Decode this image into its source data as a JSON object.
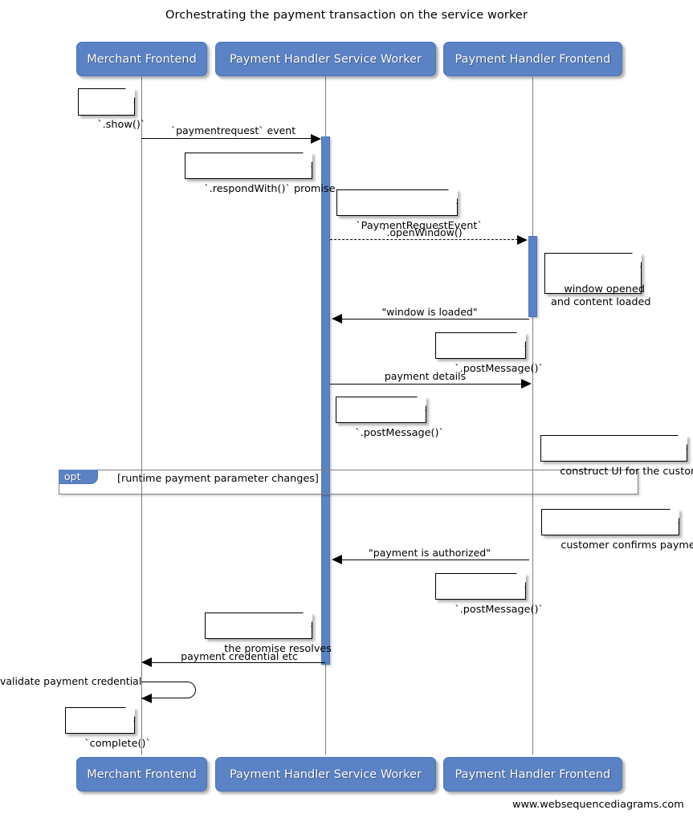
{
  "title": "Orchestrating the payment transaction on the service worker",
  "footer": "www.websequencediagrams.com",
  "actors": [
    {
      "id": "merchant-frontend",
      "label": "Merchant Frontend"
    },
    {
      "id": "payment-handler-service-worker",
      "label": "Payment Handler Service Worker"
    },
    {
      "id": "payment-handler-frontend",
      "label": "Payment Handler Frontend"
    }
  ],
  "messages": [
    {
      "id": "paymentrequest-event",
      "label": "`paymentrequest` event",
      "from": "merchant-frontend",
      "to": "payment-handler-service-worker",
      "style": "solid",
      "direction": "right"
    },
    {
      "id": "open-window",
      "label": "`.openWindow()`",
      "from": "payment-handler-service-worker",
      "to": "payment-handler-frontend",
      "style": "dashed",
      "direction": "right"
    },
    {
      "id": "window-is-loaded",
      "label": "\"window is loaded\"",
      "from": "payment-handler-frontend",
      "to": "payment-handler-service-worker",
      "style": "solid",
      "direction": "left"
    },
    {
      "id": "payment-details",
      "label": "payment details",
      "from": "payment-handler-service-worker",
      "to": "payment-handler-frontend",
      "style": "solid",
      "direction": "right"
    },
    {
      "id": "payment-is-authorized",
      "label": "\"payment is authorized\"",
      "from": "payment-handler-frontend",
      "to": "payment-handler-service-worker",
      "style": "solid",
      "direction": "left"
    },
    {
      "id": "payment-credential-etc",
      "label": "payment credential etc",
      "from": "payment-handler-service-worker",
      "to": "merchant-frontend",
      "style": "solid",
      "direction": "left"
    },
    {
      "id": "validate-payment-credential",
      "label": "validate payment credential",
      "from": "merchant-frontend",
      "to": "merchant-frontend",
      "style": "self",
      "direction": "left"
    }
  ],
  "notes": [
    {
      "id": "note-show",
      "text": "`.show()`"
    },
    {
      "id": "note-respond-with-promise",
      "text": "`.respondWith()` promise"
    },
    {
      "id": "note-payment-request-event",
      "text": "`PaymentRequestEvent`"
    },
    {
      "id": "note-window-opened",
      "text": "window opened\nand content loaded"
    },
    {
      "id": "note-post-message-1",
      "text": "`.postMessage()`"
    },
    {
      "id": "note-post-message-2",
      "text": "`.postMessage()`"
    },
    {
      "id": "note-construct-ui",
      "text": "construct UI for the customer"
    },
    {
      "id": "note-customer-confirms",
      "text": "customer confirms payment"
    },
    {
      "id": "note-post-message-3",
      "text": "`.postMessage()`"
    },
    {
      "id": "note-promise-resolves",
      "text": "the promise resolves"
    },
    {
      "id": "note-complete",
      "text": "`complete()`"
    }
  ],
  "fragment": {
    "id": "opt-fragment",
    "operator": "opt",
    "guard": "[runtime payment parameter changes]"
  },
  "colors": {
    "actor_fill": "#5b82c4",
    "actor_border": "#4b73b5",
    "actor_text": "#ffffff",
    "lifeline": "#808080",
    "arrow": "#000000",
    "note_fill": "#ffffff",
    "note_border": "#000000",
    "fragment_border": "#808080",
    "background": "#ffffff"
  }
}
